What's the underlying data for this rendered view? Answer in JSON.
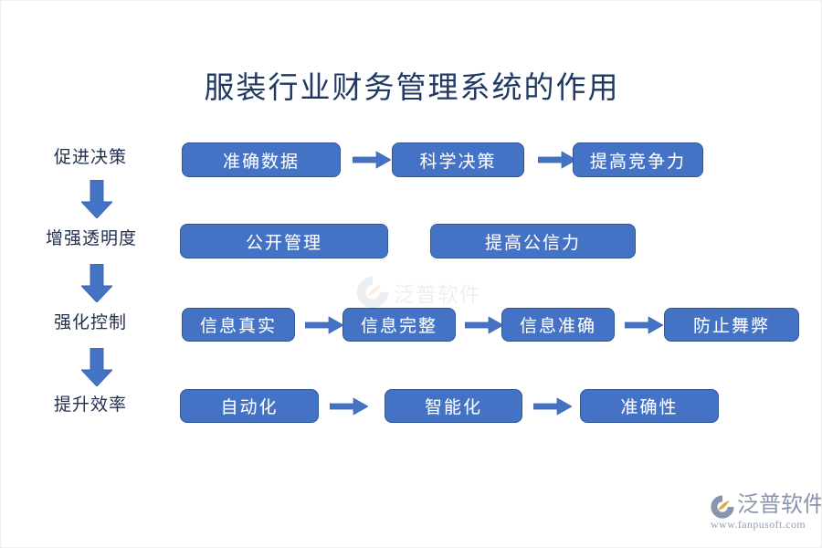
{
  "page": {
    "title": "服装行业财务管理系统的作用",
    "background": "#ffffff",
    "title_color": "#1f3864",
    "box_fill": "#4472c4",
    "box_border": "#2f5597",
    "arrow_color": "#4472c4",
    "label_color": "#21304e"
  },
  "rows": [
    {
      "label": "促进决策",
      "boxes": [
        {
          "text": "准确数据"
        },
        {
          "text": "科学决策"
        },
        {
          "text": "提高竞争力"
        }
      ],
      "connectors": [
        "arrow-right",
        "arrow-right"
      ]
    },
    {
      "label": "增强透明度",
      "boxes": [
        {
          "text": "公开管理"
        },
        {
          "text": "提高公信力"
        }
      ],
      "connectors": []
    },
    {
      "label": "强化控制",
      "boxes": [
        {
          "text": "信息真实"
        },
        {
          "text": "信息完整"
        },
        {
          "text": "信息准确"
        },
        {
          "text": "防止舞弊"
        }
      ],
      "connectors": [
        "arrow-right",
        "arrow-right",
        "arrow-right"
      ]
    },
    {
      "label": "提升效率",
      "boxes": [
        {
          "text": "自动化"
        },
        {
          "text": "智能化"
        },
        {
          "text": "准确性"
        }
      ],
      "connectors": [
        "arrow-right",
        "arrow-right"
      ]
    }
  ],
  "stage_arrows": [
    {
      "icon": "arrow-down-icon"
    },
    {
      "icon": "arrow-down-icon"
    },
    {
      "icon": "arrow-down-icon"
    }
  ],
  "watermark": {
    "text": "泛普软件",
    "icon": "fanpu-logo-icon"
  },
  "logo": {
    "name": "泛普软件",
    "url": "www.fanpusoft.com",
    "icon": "fanpu-logo-icon",
    "name_color": "#8795ad",
    "accent_color": "#e8a33d"
  }
}
